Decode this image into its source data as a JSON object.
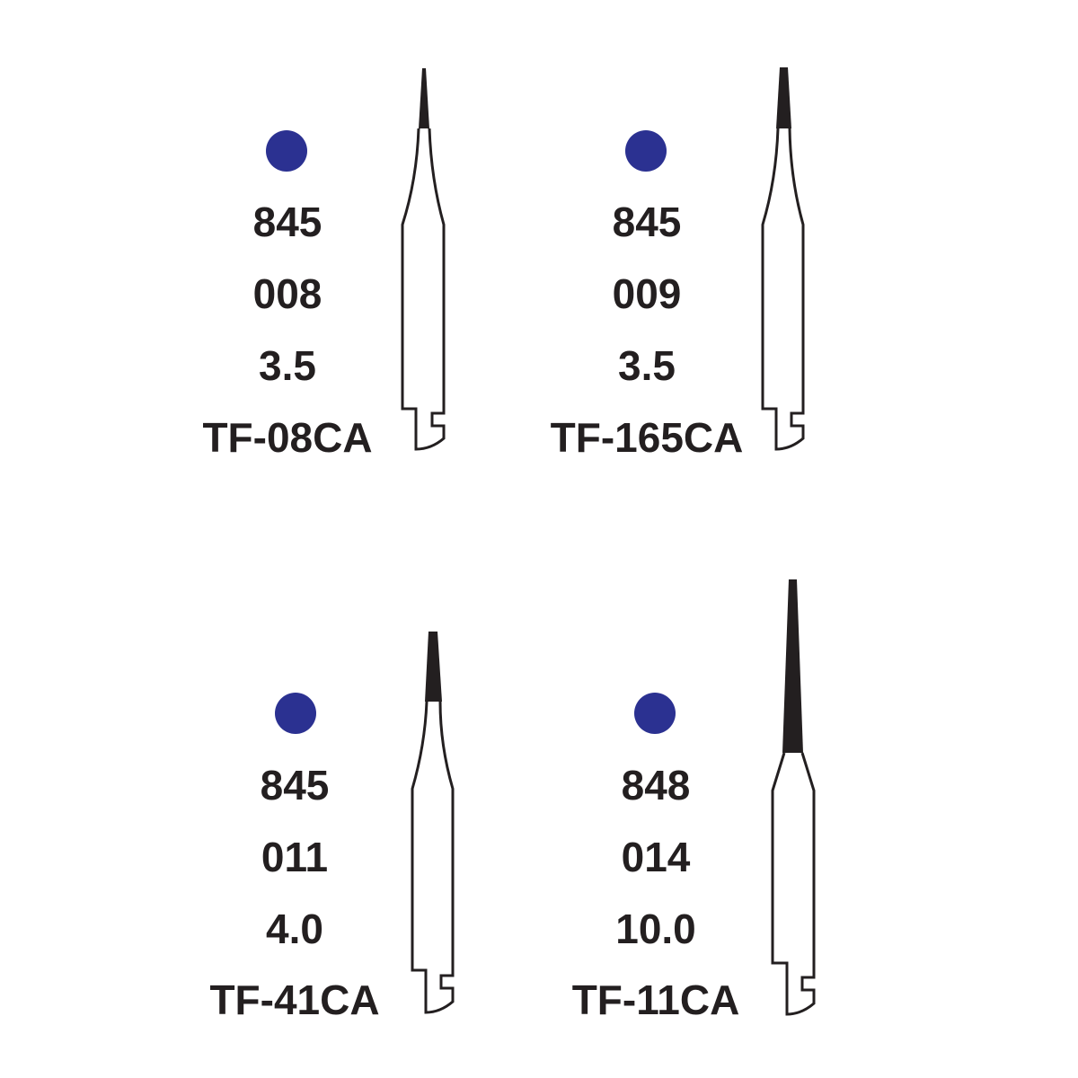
{
  "colors": {
    "dot": "#2b3191",
    "text": "#231f20",
    "head": "#231f20"
  },
  "burs": [
    {
      "shape": "845",
      "size": "008",
      "length": "3.5",
      "code": "TF-08CA",
      "dot_icon": "blue-dot-icon"
    },
    {
      "shape": "845",
      "size": "009",
      "length": "3.5",
      "code": "TF-165CA",
      "dot_icon": "blue-dot-icon"
    },
    {
      "shape": "845",
      "size": "011",
      "length": "4.0",
      "code": "TF-41CA",
      "dot_icon": "blue-dot-icon"
    },
    {
      "shape": "848",
      "size": "014",
      "length": "10.0",
      "code": "TF-11CA",
      "dot_icon": "blue-dot-icon"
    }
  ]
}
